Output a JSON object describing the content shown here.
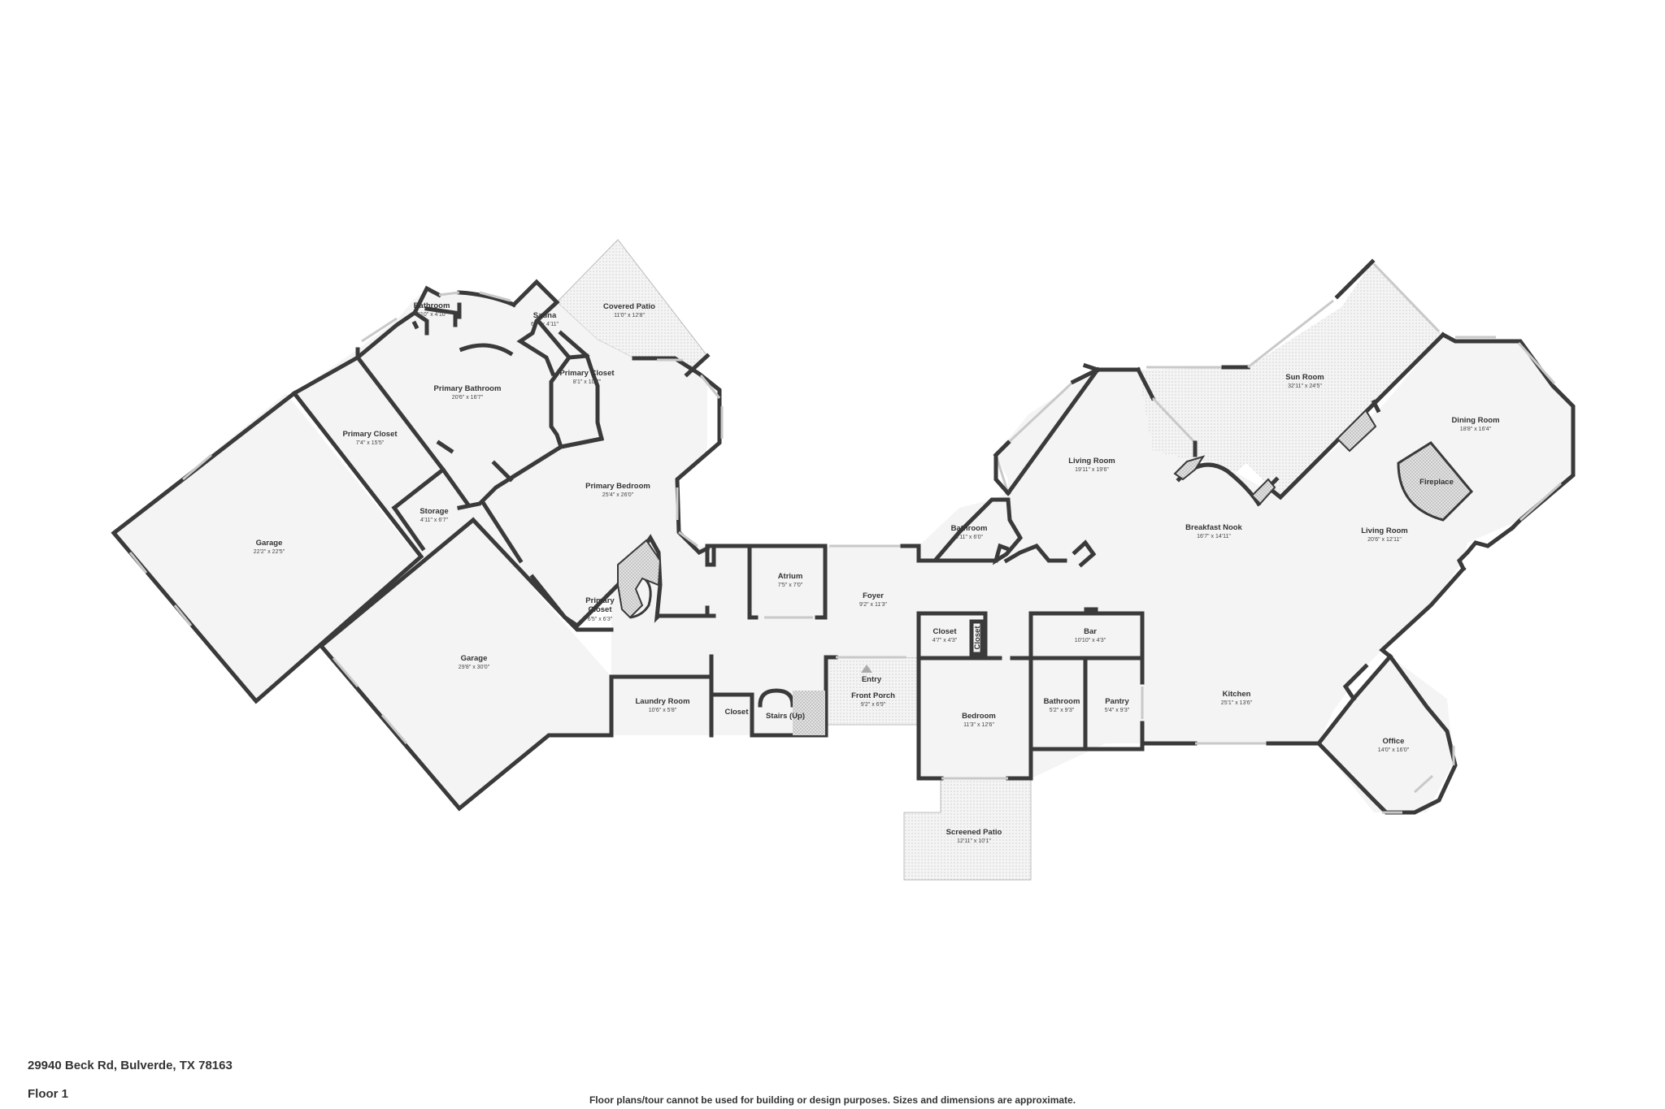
{
  "footer": {
    "address": "29940 Beck Rd, Bulverde, TX 78163",
    "floor": "Floor 1",
    "disclaimer": "Floor plans/tour cannot be used for building or design purposes. Sizes and dimensions are approximate."
  },
  "rooms": [
    {
      "id": "bathroom-primary-wing",
      "name": "Bathroom",
      "dim": "5'10\" x 4'10\""
    },
    {
      "id": "sauna",
      "name": "Sauna",
      "dim": "6'7\" x 4'11\""
    },
    {
      "id": "covered-patio",
      "name": "Covered Patio",
      "dim": "11'0\" x 12'8\""
    },
    {
      "id": "primary-closet-a",
      "name": "Primary Closet",
      "dim": "8'1\" x 10'7\""
    },
    {
      "id": "primary-bathroom",
      "name": "Primary Bathroom",
      "dim": "20'6\" x 16'7\""
    },
    {
      "id": "primary-closet-b",
      "name": "Primary Closet",
      "dim": "7'4\" x 15'5\""
    },
    {
      "id": "primary-bedroom",
      "name": "Primary Bedroom",
      "dim": "25'4\" x 26'0\""
    },
    {
      "id": "storage",
      "name": "Storage",
      "dim": "4'11\" x 6'7\""
    },
    {
      "id": "garage-a",
      "name": "Garage",
      "dim": "22'2\" x 22'5\""
    },
    {
      "id": "primary-closet-c",
      "name": "Primary Closet",
      "dim": "6'5\" x 6'3\""
    },
    {
      "id": "garage-b",
      "name": "Garage",
      "dim": "29'8\" x 30'0\""
    },
    {
      "id": "atrium",
      "name": "Atrium",
      "dim": "7'5\" x 7'0\""
    },
    {
      "id": "foyer",
      "name": "Foyer",
      "dim": "9'2\" x 11'3\""
    },
    {
      "id": "entry",
      "name": "Entry",
      "dim": ""
    },
    {
      "id": "front-porch",
      "name": "Front Porch",
      "dim": "9'2\" x 6'9\""
    },
    {
      "id": "laundry-room",
      "name": "Laundry Room",
      "dim": "10'6\" x 5'8\""
    },
    {
      "id": "closet-laundry",
      "name": "Closet",
      "dim": ""
    },
    {
      "id": "stairs",
      "name": "Stairs (Up)",
      "dim": ""
    },
    {
      "id": "bathroom-center",
      "name": "Bathroom",
      "dim": "9'11\" x 6'0\""
    },
    {
      "id": "closet-center",
      "name": "Closet",
      "dim": "4'7\" x 4'3\""
    },
    {
      "id": "closet-small",
      "name": "Closet",
      "dim": ""
    },
    {
      "id": "bedroom",
      "name": "Bedroom",
      "dim": "11'3\" x 12'6\""
    },
    {
      "id": "screened-patio",
      "name": "Screened Patio",
      "dim": "12'11\" x 10'1\""
    },
    {
      "id": "bar",
      "name": "Bar",
      "dim": "10'10\" x 4'3\""
    },
    {
      "id": "bathroom-east",
      "name": "Bathroom",
      "dim": "5'2\" x 9'3\""
    },
    {
      "id": "pantry",
      "name": "Pantry",
      "dim": "5'4\" x 9'3\""
    },
    {
      "id": "kitchen",
      "name": "Kitchen",
      "dim": "25'1\" x 13'6\""
    },
    {
      "id": "living-room-a",
      "name": "Living Room",
      "dim": "19'11\" x 19'6\""
    },
    {
      "id": "breakfast-nook",
      "name": "Breakfast Nook",
      "dim": "16'7\" x 14'11\""
    },
    {
      "id": "sun-room",
      "name": "Sun Room",
      "dim": "32'11\" x 24'5\""
    },
    {
      "id": "dining-room",
      "name": "Dining Room",
      "dim": "18'8\" x 16'4\""
    },
    {
      "id": "fireplace",
      "name": "Fireplace",
      "dim": ""
    },
    {
      "id": "living-room-b",
      "name": "Living Room",
      "dim": "20'6\" x 12'11\""
    },
    {
      "id": "office",
      "name": "Office",
      "dim": "14'0\" x 16'0\""
    }
  ]
}
